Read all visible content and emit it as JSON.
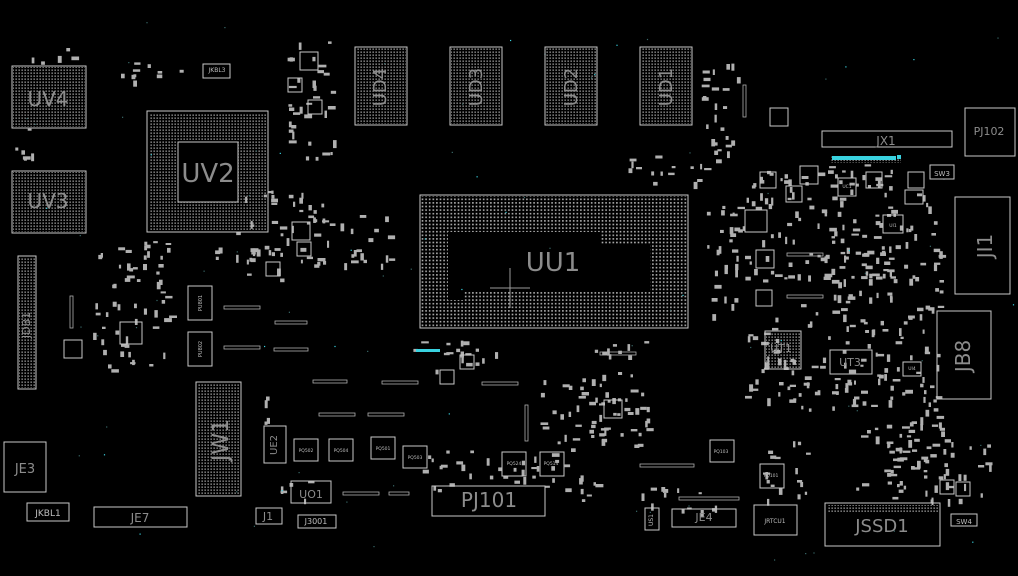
{
  "board": {
    "background": "#000000",
    "outline_color": "#c8c8c8",
    "label_color": "#8c8c8c",
    "pad_color": "#b0b0b0",
    "highlight_color": "#39d2e0",
    "components": [
      {
        "ref": "UV4",
        "kind": "bga"
      },
      {
        "ref": "UV3",
        "kind": "bga"
      },
      {
        "ref": "UV2",
        "kind": "bga"
      },
      {
        "ref": "UD4",
        "kind": "memory"
      },
      {
        "ref": "UD3",
        "kind": "memory"
      },
      {
        "ref": "UD2",
        "kind": "memory"
      },
      {
        "ref": "UD1",
        "kind": "memory"
      },
      {
        "ref": "UU1",
        "kind": "cpu"
      },
      {
        "ref": "JX1",
        "kind": "connector"
      },
      {
        "ref": "PJ102",
        "kind": "connector"
      },
      {
        "ref": "SW3",
        "kind": "switch"
      },
      {
        "ref": "JI1",
        "kind": "connector"
      },
      {
        "ref": "JB8",
        "kind": "connector"
      },
      {
        "ref": "UT1",
        "kind": "ic"
      },
      {
        "ref": "UT3",
        "kind": "ic"
      },
      {
        "ref": "JDB1",
        "kind": "connector"
      },
      {
        "ref": "JW1",
        "kind": "connector"
      },
      {
        "ref": "UE2",
        "kind": "ic"
      },
      {
        "ref": "UO1",
        "kind": "ic"
      },
      {
        "ref": "JE3",
        "kind": "connector"
      },
      {
        "ref": "JKBL1",
        "kind": "connector"
      },
      {
        "ref": "JE7",
        "kind": "connector"
      },
      {
        "ref": "J1",
        "kind": "connector"
      },
      {
        "ref": "J3001",
        "kind": "connector"
      },
      {
        "ref": "PJ101",
        "kind": "connector"
      },
      {
        "ref": "US1",
        "kind": "ic"
      },
      {
        "ref": "JE4",
        "kind": "connector"
      },
      {
        "ref": "JRTCU1",
        "kind": "connector"
      },
      {
        "ref": "JSSD1",
        "kind": "connector"
      },
      {
        "ref": "SW4",
        "kind": "switch"
      },
      {
        "ref": "JKBL3",
        "kind": "connector"
      },
      {
        "ref": "PU801",
        "kind": "ic"
      },
      {
        "ref": "PU802",
        "kind": "ic"
      },
      {
        "ref": "PQ502",
        "kind": "mosfet"
      },
      {
        "ref": "PQ504",
        "kind": "mosfet"
      },
      {
        "ref": "PQ501",
        "kind": "mosfet"
      },
      {
        "ref": "PQ503",
        "kind": "mosfet"
      },
      {
        "ref": "PQ524",
        "kind": "mosfet"
      },
      {
        "ref": "PQ514",
        "kind": "mosfet"
      },
      {
        "ref": "PQ103",
        "kind": "mosfet"
      },
      {
        "ref": "PQ101",
        "kind": "mosfet"
      },
      {
        "ref": "UI1",
        "kind": "ic"
      },
      {
        "ref": "UC1",
        "kind": "ic"
      },
      {
        "ref": "UI4",
        "kind": "ic"
      }
    ]
  }
}
